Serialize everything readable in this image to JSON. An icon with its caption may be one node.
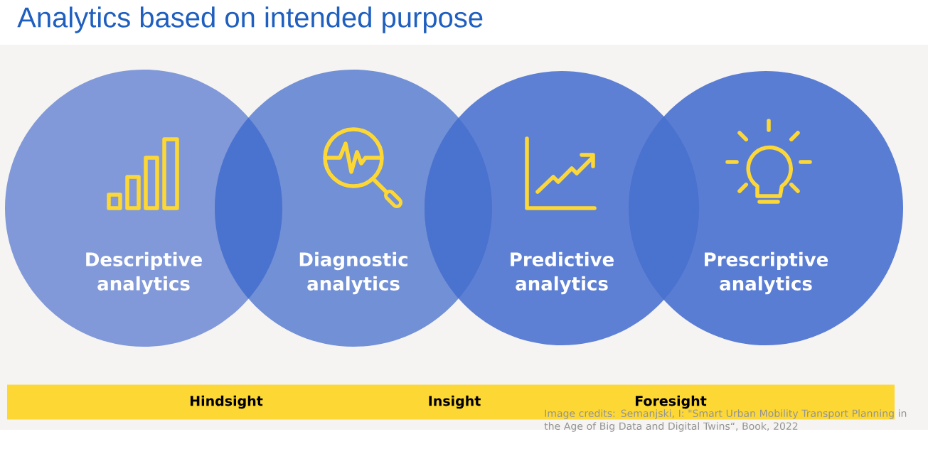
{
  "diagram": {
    "title": "Analytics based on intended purpose",
    "nodes": [
      {
        "text": [
          "Descriptive analytics"
        ]
      },
      {
        "text": [
          "Diagnostic analytics"
        ]
      },
      {
        "text": [
          "Predictive analytics"
        ]
      },
      {
        "text": [
          "Prescriptive analytics"
        ]
      },
      {
        "text": [
          "Hindsight",
          "Insight",
          "Foresight"
        ]
      }
    ],
    "edges": [],
    "labels": [
      "Image credits: Semanjski, I: \"Smart Urban Mobility Transport Planning in the Age of Big Data and Digital Twins“, Book, 2022"
    ]
  }
}
